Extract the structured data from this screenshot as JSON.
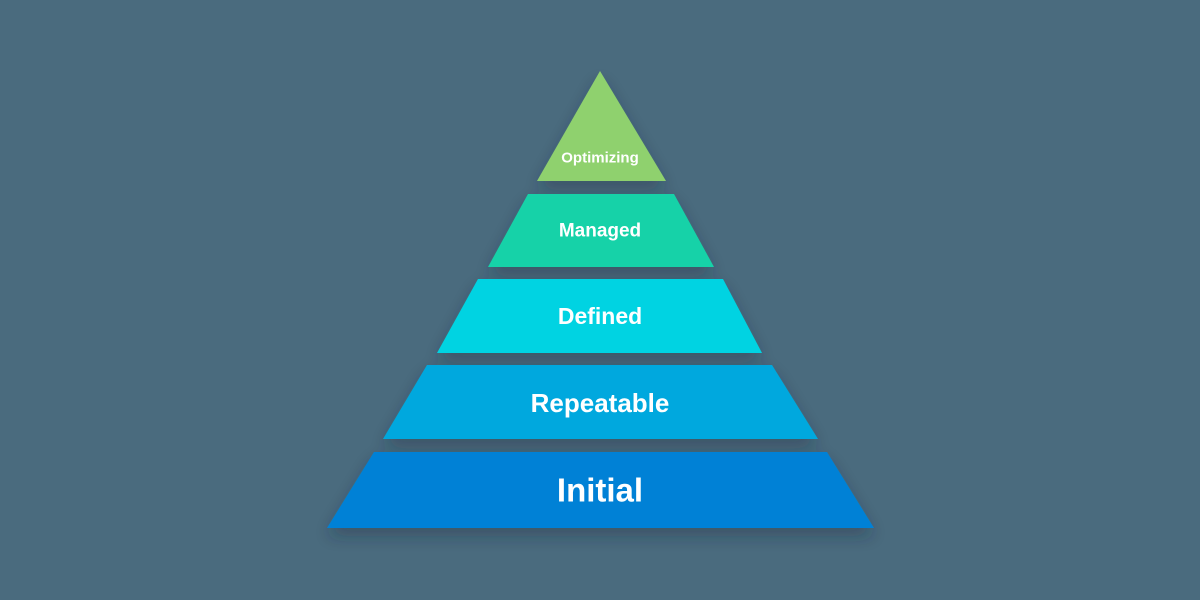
{
  "diagram": {
    "tiers": [
      {
        "label": "Optimizing",
        "color": "#8fd16e"
      },
      {
        "label": "Managed",
        "color": "#14d2a8"
      },
      {
        "label": "Defined",
        "color": "#00d3e2"
      },
      {
        "label": "Repeatable",
        "color": "#05a8de"
      },
      {
        "label": "Initial",
        "color": "#0381d6"
      }
    ]
  }
}
